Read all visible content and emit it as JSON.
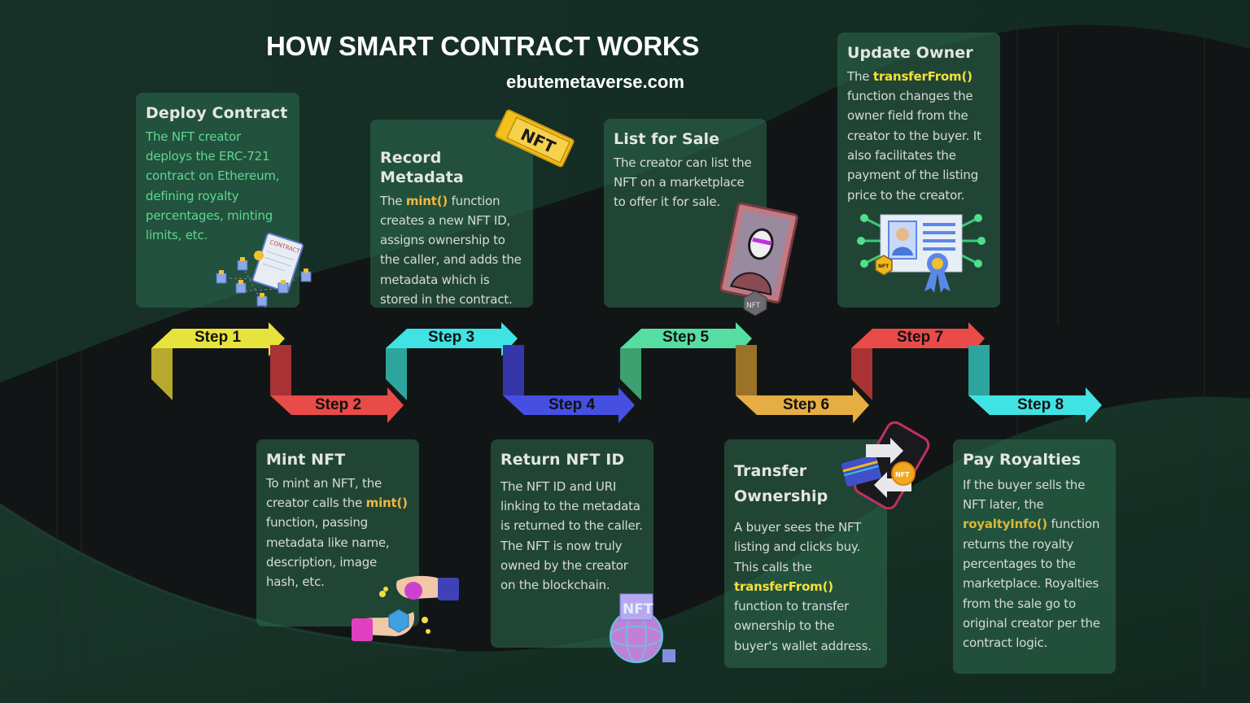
{
  "header": {
    "title": "HOW SMART CONTRACT WORKS",
    "site": "ebutemetaverse.com"
  },
  "colors": {
    "background_dark": "#111414",
    "background_green": "#17352a",
    "card": "#2e6e50",
    "step1": "#e6e43c",
    "step2": "#e84b48",
    "step3": "#40e3e3",
    "step4": "#4550e3",
    "step5": "#56dea2",
    "step6": "#e6ad42",
    "step7": "#e84b48",
    "step8": "#40e3e3"
  },
  "steps": [
    {
      "label": "Step 1",
      "title": "Deploy Contract",
      "text": "The NFT creator deploys the ERC-721 contract on Ethereum, defining royalty percentages, minting limits, etc.",
      "icon": "contract-document-icon"
    },
    {
      "label": "Step 2",
      "title": "Mint NFT",
      "text_before": "To mint an NFT, the creator calls the ",
      "code": "mint()",
      "text_after": " function, passing metadata like name, description, image hash, etc.",
      "icon": "hands-exchange-icon"
    },
    {
      "label": "Step 3",
      "title": "Record Metadata",
      "text_before": "The ",
      "code": "mint()",
      "text_after": " function creates a new NFT ID, assigns ownership to the caller, and adds the metadata which is stored in the contract.",
      "icon": "nft-ticket-icon",
      "ticket_text": "NFT"
    },
    {
      "label": "Step 4",
      "title": "Return NFT ID",
      "text": "The NFT ID and URI linking to the metadata is returned to the caller. The NFT is now truly owned by the creator on the blockchain.",
      "icon": "nft-globe-icon",
      "globe_text": "NFT"
    },
    {
      "label": "Step 5",
      "title": "List for Sale",
      "text": "The creator can list the NFT on a marketplace to offer it for sale.",
      "icon": "nft-portrait-frame-icon",
      "badge_text": "NFT"
    },
    {
      "label": "Step 6",
      "title": "Transfer Ownership",
      "text_line1": "A buyer sees the NFT listing and clicks buy. This calls the ",
      "code": "transferFrom()",
      "text_after": " function to transfer ownership to the buyer's wallet address.",
      "icon": "phone-payment-icon",
      "coin_text": "NFT"
    },
    {
      "label": "Step 7",
      "title": "Update Owner",
      "text_before": "The ",
      "code": "transferFrom()",
      "text_after": " function changes the owner field from the creator to the buyer. It also facilitates the payment of the listing price to the creator.",
      "icon": "ownership-certificate-icon",
      "badge_text": "NFT"
    },
    {
      "label": "Step 8",
      "title": "Pay Royalties",
      "text_before": "If the buyer sells the NFT later, the ",
      "code": "royaltyInfo()",
      "text_after": " function returns the royalty percentages to the marketplace. Royalties from the sale go to original creator per the contract logic.",
      "icon": "royalties-icon"
    }
  ]
}
